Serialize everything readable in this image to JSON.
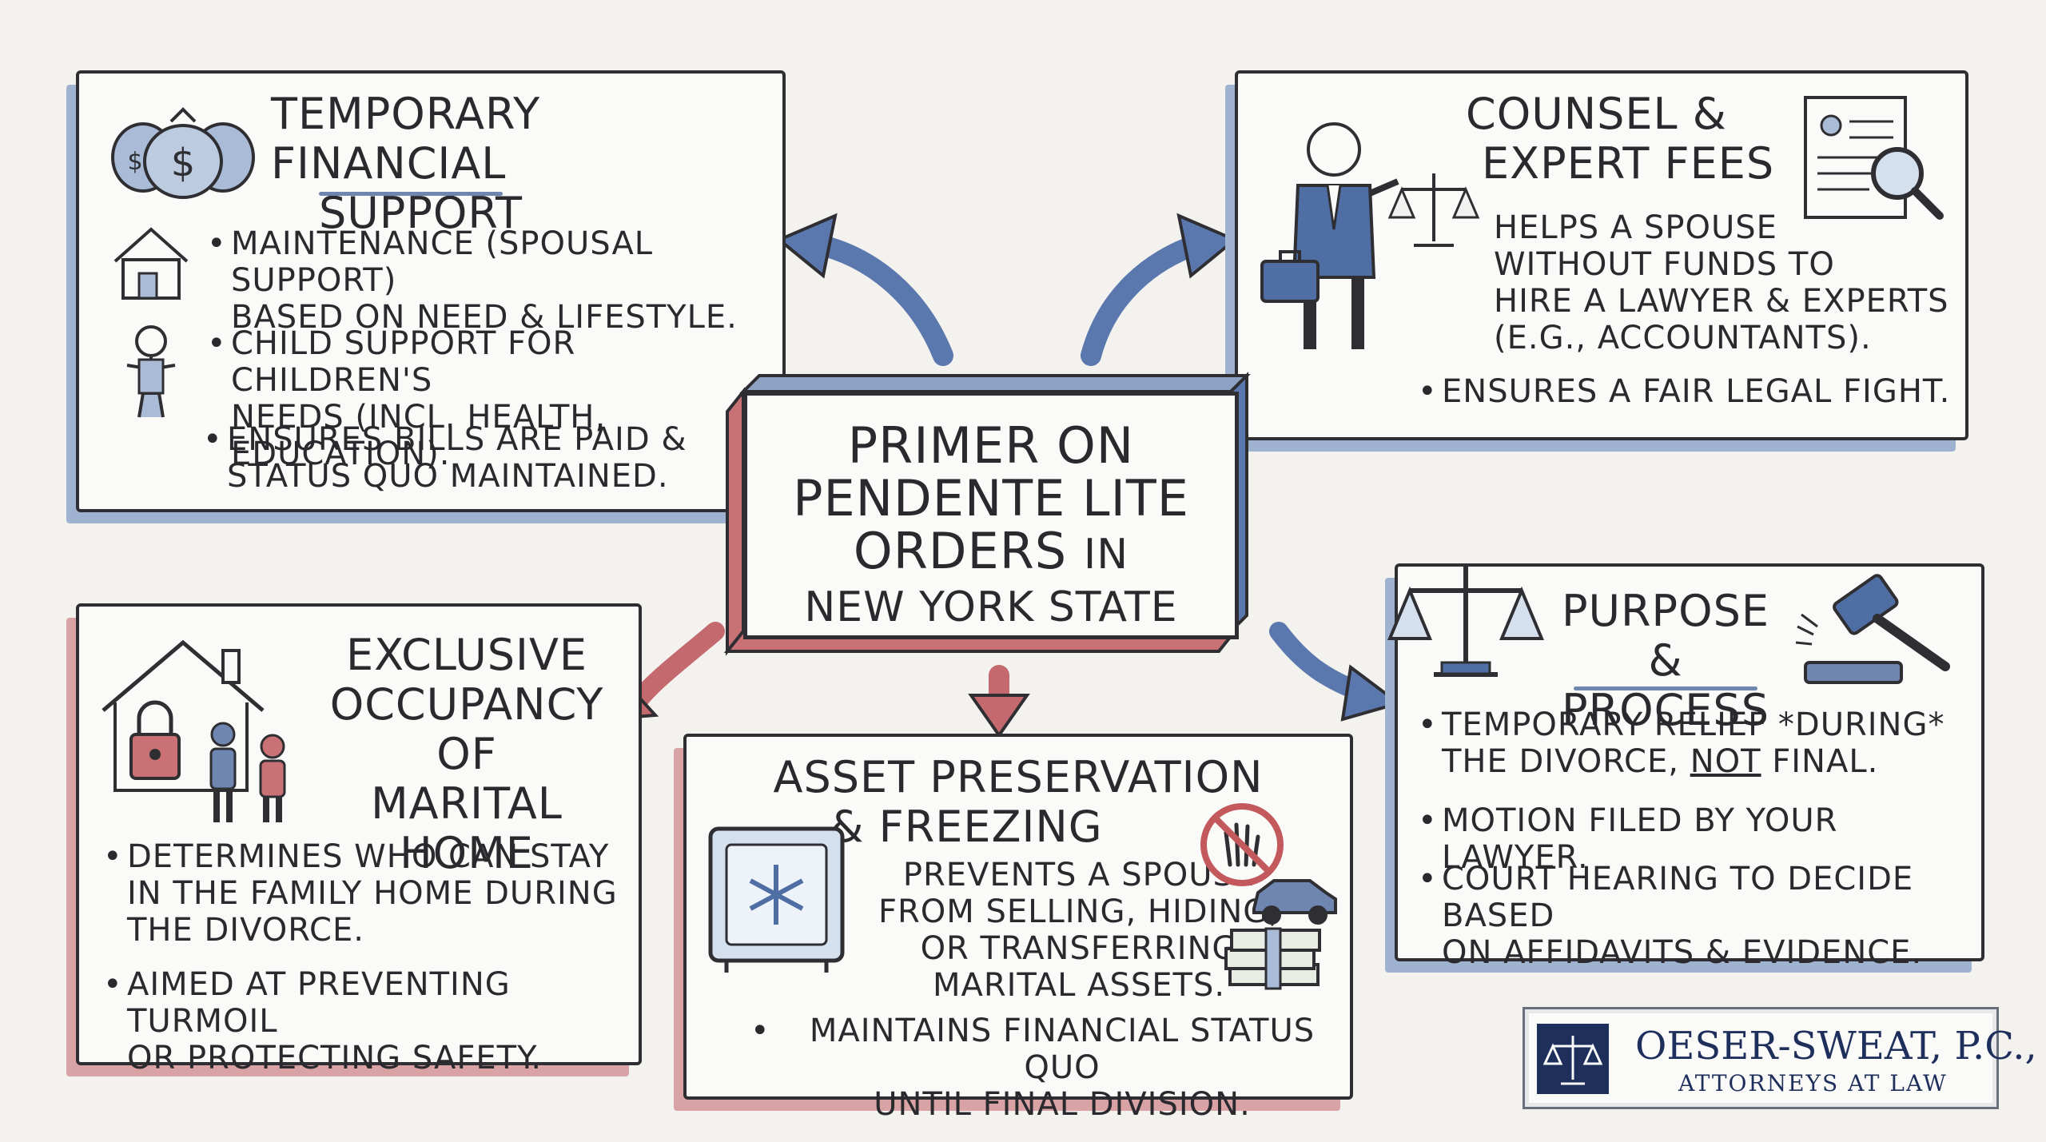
{
  "center": {
    "line1": "PRIMER ON",
    "line2": "PENDENTE LITE",
    "line3a": "ORDERS",
    "line3b": "IN",
    "line4": "NEW YORK STATE"
  },
  "temporary_support": {
    "title_line1": "TEMPORARY FINANCIAL",
    "title_line2": "SUPPORT",
    "bullet1_line1": "MAINTENANCE (SPOUSAL SUPPORT)",
    "bullet1_line2": "BASED ON NEED & LIFESTYLE.",
    "bullet2_line1": "CHILD SUPPORT FOR CHILDREN'S",
    "bullet2_line2": "NEEDS (INCL. HEALTH, EDUCATION).",
    "bullet3_line1": "ENSURES BILLS ARE PAID &",
    "bullet3_line2": "STATUS QUO MAINTAINED."
  },
  "counsel_fees": {
    "title_line1": "COUNSEL &",
    "title_line2": "EXPERT FEES",
    "body_line1": "HELPS A SPOUSE",
    "body_line2": "WITHOUT FUNDS TO",
    "body_line3": "HIRE A LAWYER & EXPERTS",
    "body_line4": "(E.G., ACCOUNTANTS).",
    "bullet1": "ENSURES A FAIR LEGAL FIGHT."
  },
  "exclusive_occupancy": {
    "title_line1": "EXCLUSIVE",
    "title_line2": "OCCUPANCY OF",
    "title_line3": "MARITAL HOME",
    "bullet1_line1": "DETERMINES WHO CAN STAY",
    "bullet1_line2": "IN THE FAMILY HOME DURING",
    "bullet1_line3": "THE DIVORCE.",
    "bullet2_line1": "AIMED AT PREVENTING TURMOIL",
    "bullet2_line2": "OR PROTECTING SAFETY."
  },
  "asset_preservation": {
    "title_line1": "ASSET PRESERVATION",
    "title_line2": "& FREEZING",
    "body_line1": "PREVENTS A SPOUSE",
    "body_line2": "FROM SELLING, HIDING,",
    "body_line3": "OR TRANSFERRING",
    "body_line4": "MARITAL ASSETS.",
    "bullet1_line1": "MAINTAINS FINANCIAL STATUS QUO",
    "bullet1_line2": "UNTIL FINAL DIVISION."
  },
  "purpose_process": {
    "title_line1": "PURPOSE &",
    "title_line2": "PROCESS",
    "bullet1_line1": "TEMPORARY RELIEF *DURING*",
    "bullet1_line2a": "THE DIVORCE, ",
    "bullet1_line2b": "NOT",
    "bullet1_line2c": " FINAL.",
    "bullet2": "MOTION FILED BY YOUR LAWYER.",
    "bullet3_line1": "COURT HEARING TO DECIDE BASED",
    "bullet3_line2": "ON AFFIDAVITS & EVIDENCE."
  },
  "logo": {
    "name": "OESER-SWEAT, P.C.,",
    "tagline": "ATTORNEYS AT LAW"
  },
  "colors": {
    "blue_accent": "#5a78ad",
    "red_accent": "#c46a6e",
    "ink": "#2e2e33"
  },
  "icons": [
    "money-bags-icon",
    "house-icon",
    "child-icon",
    "lawyer-icon",
    "scales-icon",
    "briefcase-icon",
    "document-magnifier-icon",
    "locked-house-icon",
    "family-icon",
    "safe-snowflake-icon",
    "no-hand-icon",
    "car-icon",
    "cash-stack-icon",
    "gavel-icon",
    "logo-scales-icon"
  ]
}
